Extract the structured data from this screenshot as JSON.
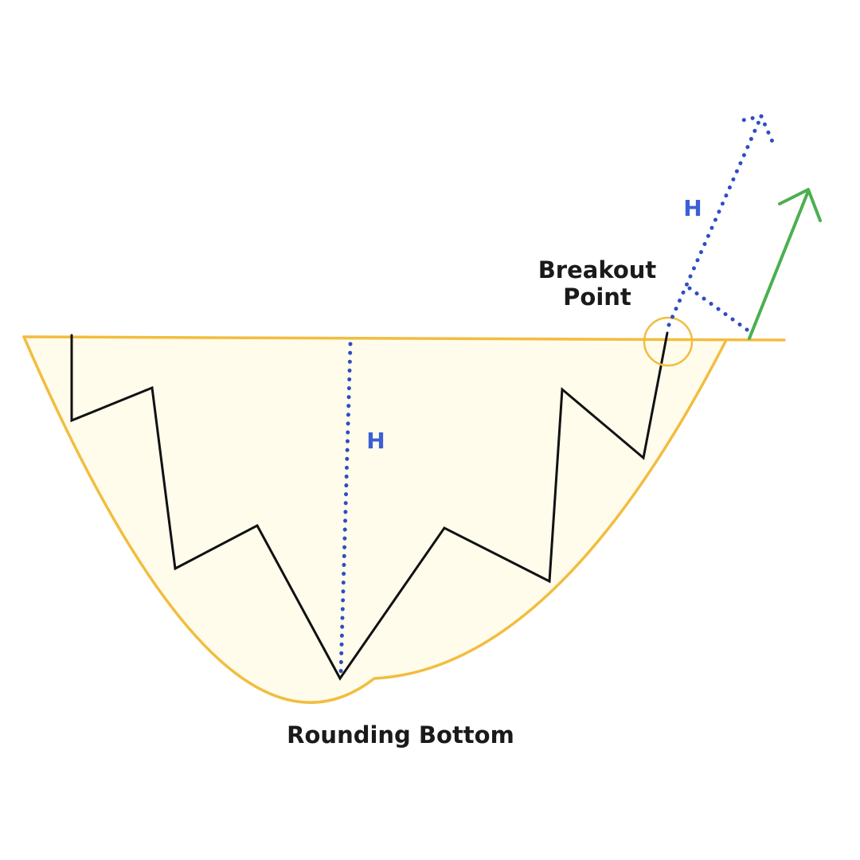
{
  "labels": {
    "breakout_line1": "Breakout",
    "breakout_line2": "Point",
    "height_inner": "H",
    "height_projected": "H",
    "pattern_name": "Rounding Bottom"
  },
  "colors": {
    "bowl_outline": "#f2bd3f",
    "bowl_fill": "#fffcec",
    "price_line": "#111111",
    "measure_dots": "#2e4ec4",
    "measure_label": "#3d5fd6",
    "target_arrow": "#4caf50",
    "text": "#1a1a1a"
  },
  "icons": {
    "projection_arrow": "dotted-arrow-icon",
    "target_arrow": "up-right-arrow-icon",
    "breakout_marker": "circle-marker-icon"
  }
}
